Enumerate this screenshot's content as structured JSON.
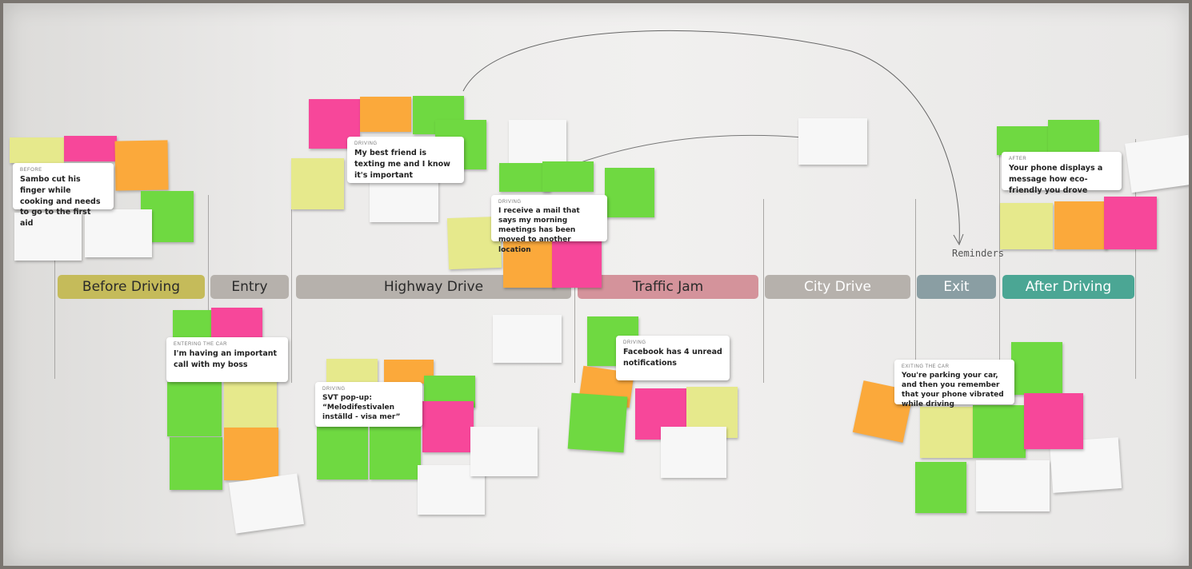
{
  "stages": [
    {
      "label": "Before Driving",
      "color": "#c5bb5a"
    },
    {
      "label": "Entry",
      "color": "#b6b1ac"
    },
    {
      "label": "Highway Drive",
      "color": "#b6b1ac"
    },
    {
      "label": "Traffic Jam",
      "color": "#d4939b"
    },
    {
      "label": "City Drive",
      "color": "#b6b1ac"
    },
    {
      "label": "Exit",
      "color": "#8a9ea3"
    },
    {
      "label": "After Driving",
      "color": "#4ba694"
    }
  ],
  "cards": [
    {
      "label": "BEFORE",
      "text": "Sambo cut his finger while cooking and needs to go to the first aid"
    },
    {
      "label": "DRIVING",
      "text": "My best friend is texting me and I know it's important"
    },
    {
      "label": "DRIVING",
      "text": "I receive a mail that says my morning meetings has been moved to another location"
    },
    {
      "label": "AFTER",
      "text": "Your phone displays a message how eco-friendly you drove"
    },
    {
      "label": "ENTERING THE CAR",
      "text": "I'm having an important call with my boss"
    },
    {
      "label": "DRIVING",
      "text": "Facebook has 4 unread notifications"
    },
    {
      "label": "DRIVING",
      "text": "SVT pop-up: “Melodifestivalen inställd - visa mer”"
    },
    {
      "label": "EXITING THE CAR",
      "text": "You're parking your car, and then you remember that your phone vibrated while driving"
    }
  ],
  "handwritten": {
    "reminders": "Reminders"
  }
}
